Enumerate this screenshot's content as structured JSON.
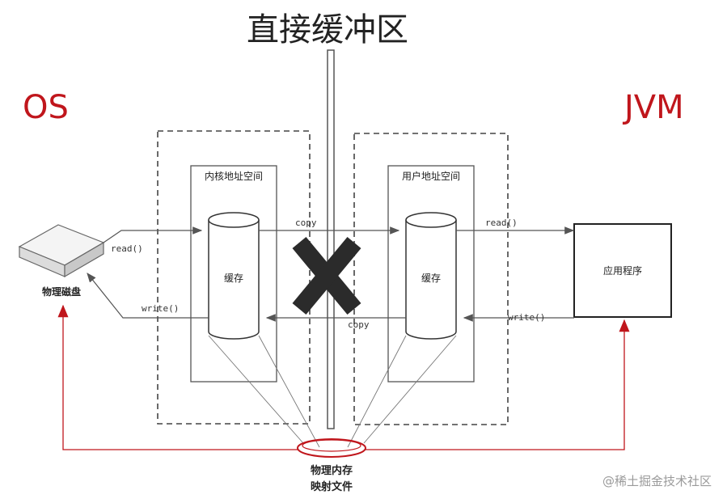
{
  "title": "直接缓冲区",
  "os_label": "OS",
  "jvm_label": "JVM",
  "kernel_space": {
    "label": "内核地址空间",
    "cache_label": "缓存"
  },
  "user_space": {
    "label": "用户地址空间",
    "cache_label": "缓存"
  },
  "disk_label": "物理磁盘",
  "app_label": "应用程序",
  "arrows": {
    "read_left": "read()",
    "write_left": "write()",
    "copy_top": "copy",
    "copy_bottom": "copy",
    "read_right": "read()",
    "write_right": "write()"
  },
  "mapped_file": {
    "line1": "物理内存",
    "line2": "映射文件"
  },
  "watermark": "@稀土掘金技术社区",
  "colors": {
    "accent_red": "#c0161c",
    "line": "#555555",
    "dash": "#444444",
    "cross": "#2b2b2b"
  }
}
